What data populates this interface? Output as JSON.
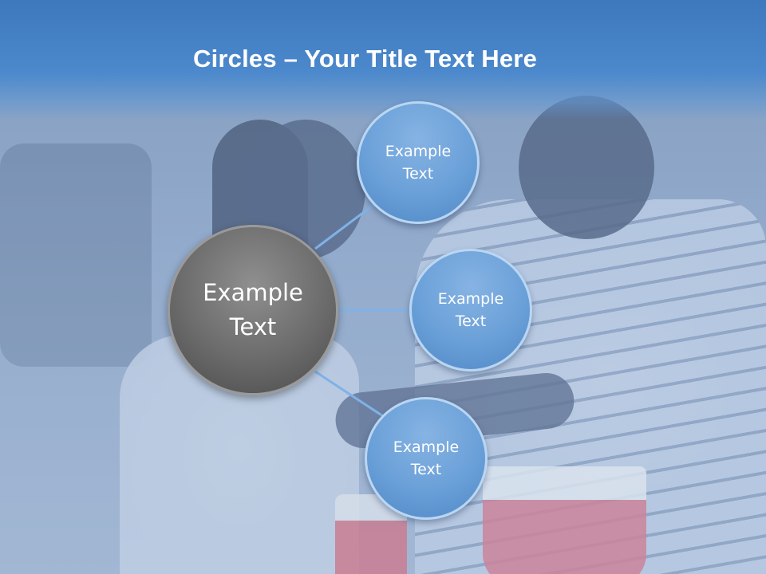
{
  "slide": {
    "title_bold": "Circles",
    "title_rest": " – Your Title Text Here"
  },
  "diagram": {
    "center": {
      "label_line1": "Example",
      "label_line2": "Text",
      "color": "#6b6b6b"
    },
    "satellites": [
      {
        "label_line1": "Example",
        "label_line2": "Text"
      },
      {
        "label_line1": "Example",
        "label_line2": "Text"
      },
      {
        "label_line1": "Example",
        "label_line2": "Text"
      }
    ],
    "satellite_color": "#6aa0d8",
    "connector_color": "#7fb2e6"
  }
}
